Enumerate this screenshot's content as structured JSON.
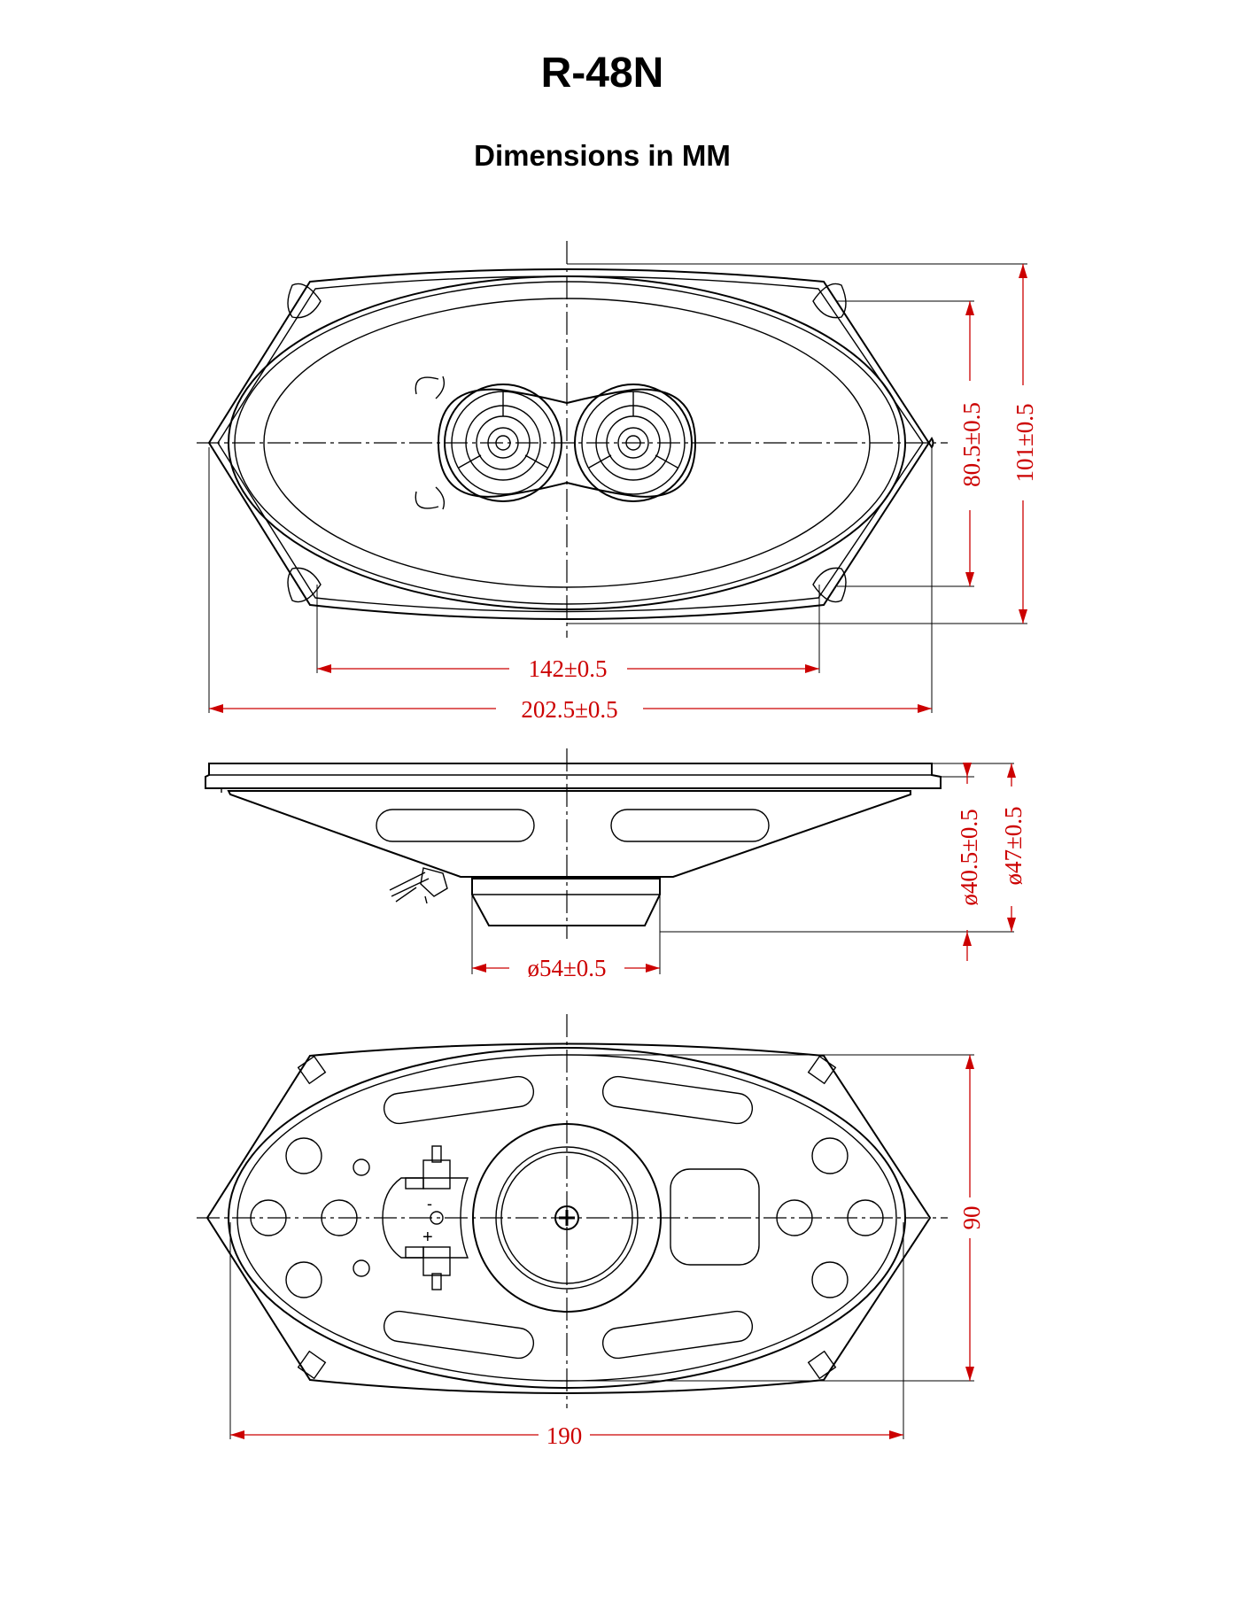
{
  "title": "R-48N",
  "subtitle": "Dimensions in MM",
  "colors": {
    "dimension": "#cc0000",
    "outline": "#000000"
  },
  "views": {
    "front": {
      "dim_hole_spacing_horizontal": "142±0.5",
      "dim_overall_width": "202.5±0.5",
      "dim_hole_spacing_vertical": "80.5±0.5",
      "dim_overall_height": "101±0.5"
    },
    "side": {
      "dim_magnet_diameter": "ø54±0.5",
      "dim_mount_depth": "ø40.5±0.5",
      "dim_overall_depth": "ø47±0.5"
    },
    "back": {
      "dim_cutout_width": "190",
      "dim_cutout_height": "90",
      "terminal_minus": "-",
      "terminal_plus": "+"
    }
  }
}
